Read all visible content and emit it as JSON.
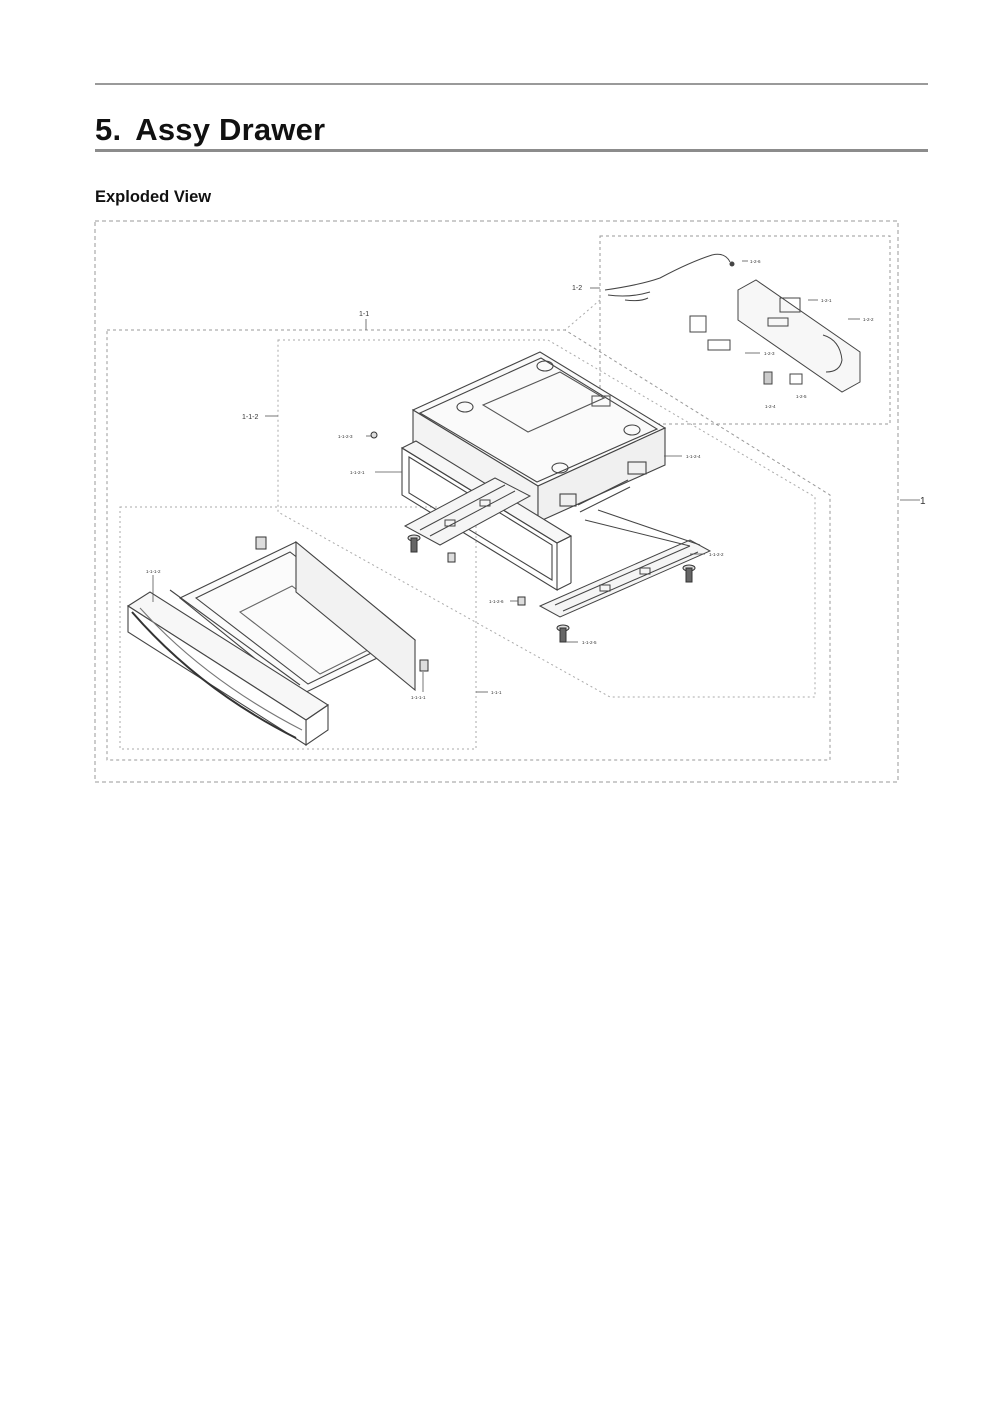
{
  "section": {
    "number": "5.",
    "title": "Assy Drawer"
  },
  "subtitle": "Exploded View",
  "callouts": {
    "assy_1": "1",
    "assy_1_1": "1-1",
    "assy_1_2": "1-2",
    "assy_1_1_2": "1-1-2",
    "p_1_2_1": "1-2-1",
    "p_1_2_2": "1-2-2",
    "p_1_2_3": "1-2-3",
    "p_1_2_4": "1-2-4",
    "p_1_2_5": "1-2-5",
    "p_1_2_6": "1-2-6",
    "p_1_1_2_1": "1-1-2-1",
    "p_1_1_2_2": "1-1-2-2",
    "p_1_1_2_3": "1-1-2-3",
    "p_1_1_2_4": "1-1-2-4",
    "p_1_1_2_5": "1-1-2-5",
    "p_1_1_2_6": "1-1-2-6",
    "p_1_1_1": "1-1-1",
    "p_1_1_1_1": "1-1-1-1",
    "p_1_1_1_2": "1-1-1-2"
  }
}
